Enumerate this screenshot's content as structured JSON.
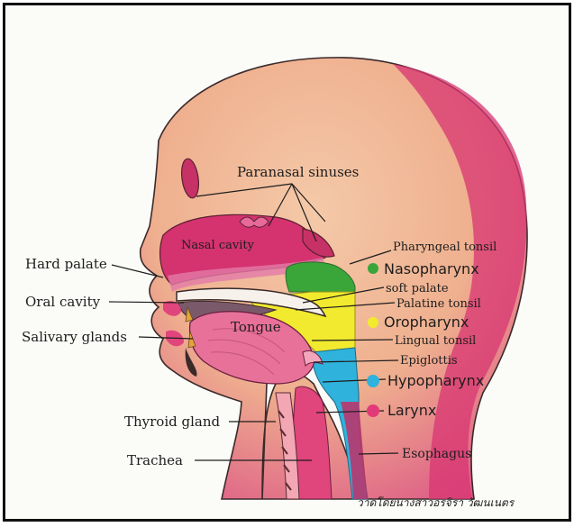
{
  "labels": {
    "paranasal_sinuses": "Paranasal sinuses",
    "nasal_cavity": "Nasal cavity",
    "pharyngeal_tonsil": "Pharyngeal tonsil",
    "hard_palate": "Hard palate",
    "nasopharynx": "Nasopharynx",
    "soft_palate": "soft palate",
    "oral_cavity": "Oral cavity",
    "palatine_tonsil": "Palatine tonsil",
    "oropharynx": "Oropharynx",
    "tongue": "Tongue",
    "salivary_glands": "Salivary glands",
    "lingual_tonsil": "Lingual tonsil",
    "epiglottis": "Epiglottis",
    "hypopharynx": "Hypopharynx",
    "larynx": "Larynx",
    "thyroid_gland": "Thyroid gland",
    "trachea": "Trachea",
    "esophagus": "Esophagus"
  },
  "signature": "วาดโดยนางสาวอรจิรา วัฒนเนตร",
  "colors": {
    "nasopharynx": "#3aa63a",
    "oropharynx": "#f2ea2e",
    "hypopharynx": "#2fb2dc",
    "larynx": "#e23a78",
    "skin": "#f0b48f",
    "magenta": "#d83572"
  }
}
